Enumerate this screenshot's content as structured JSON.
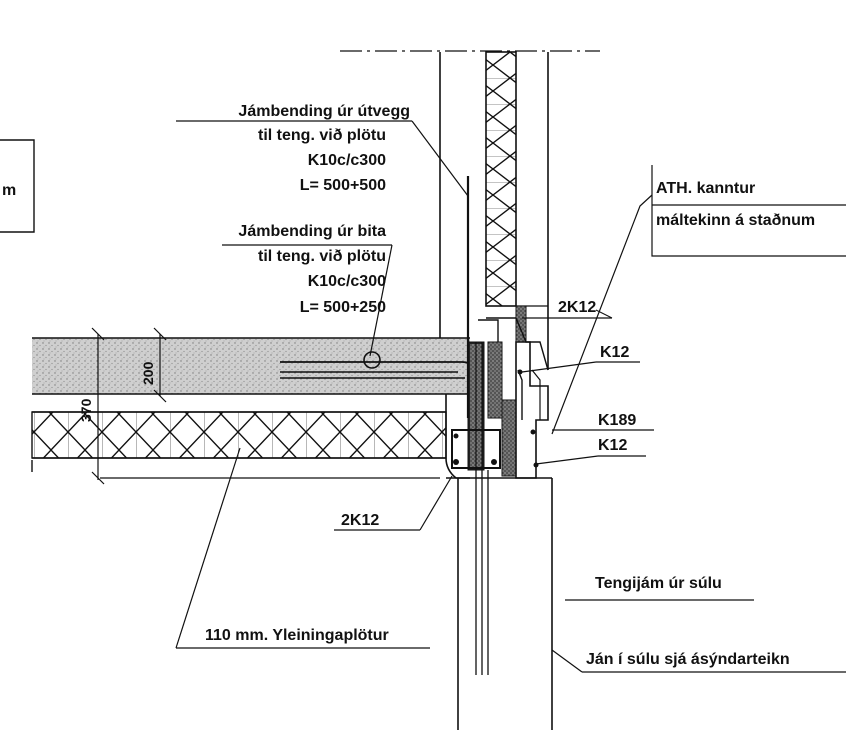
{
  "labels": {
    "rebar_wall_1": "Jámbending úr útvegg",
    "rebar_wall_2": "til teng. við plötu",
    "rebar_wall_3": "K10c/c300",
    "rebar_wall_4": "L= 500+500",
    "rebar_beam_1": "Jámbending úr bita",
    "rebar_beam_2": "til teng. við plötu",
    "rebar_beam_3": "K10c/c300",
    "rebar_beam_4": "L= 500+250",
    "note_1": "ATH. kanntur",
    "note_2": "máltekinn á staðnum",
    "left_box_fragment": "m",
    "k2k12_top": "2K12",
    "k12_top": "K12",
    "k189": "K189",
    "k12_bottom": "K12",
    "k2k12_bottom": "2K12",
    "column_tie": "Tengijám úr súlu",
    "column_rebar": "Ján í súlu sjá ásýndarteikn",
    "panels": "110 mm. Yleiningaplötur",
    "dim_200": "200",
    "dim_370": "370"
  },
  "colors": {
    "ink": "#111111",
    "concrete": "#c9c9c9",
    "insulation_bg": "#ffffff"
  }
}
